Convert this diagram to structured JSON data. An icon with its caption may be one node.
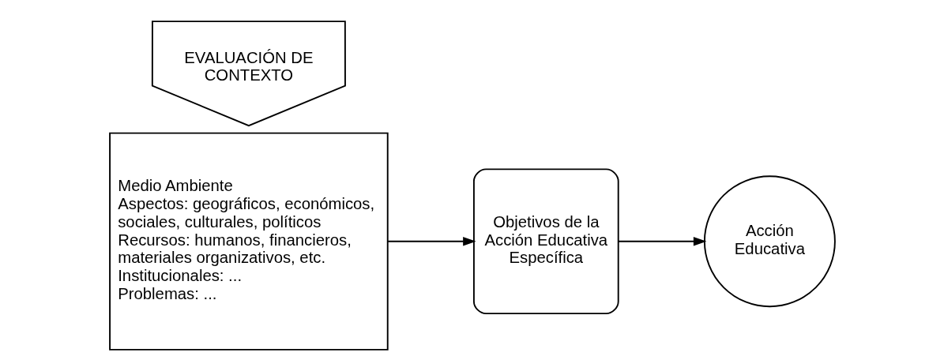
{
  "diagram": {
    "nodes": [
      {
        "text": [
          "EVALUACIÓN DE CONTEXTO"
        ]
      },
      {
        "text": [
          "Medio Ambiente",
          "Aspectos: geográficos, económicos, sociales, culturales, políticos",
          "Recursos: humanos, financieros, materiales organizativos, etc.",
          "Institucionales: ...",
          "Problemas: ..."
        ]
      },
      {
        "text": [
          "Objetivos de la Acción Educativa Específica"
        ]
      },
      {
        "text": [
          "Acción Educativa"
        ]
      }
    ],
    "edges": [
      {
        "from": 1,
        "to": 2,
        "arrow": "to"
      },
      {
        "from": 2,
        "to": 3,
        "arrow": "to"
      }
    ]
  }
}
